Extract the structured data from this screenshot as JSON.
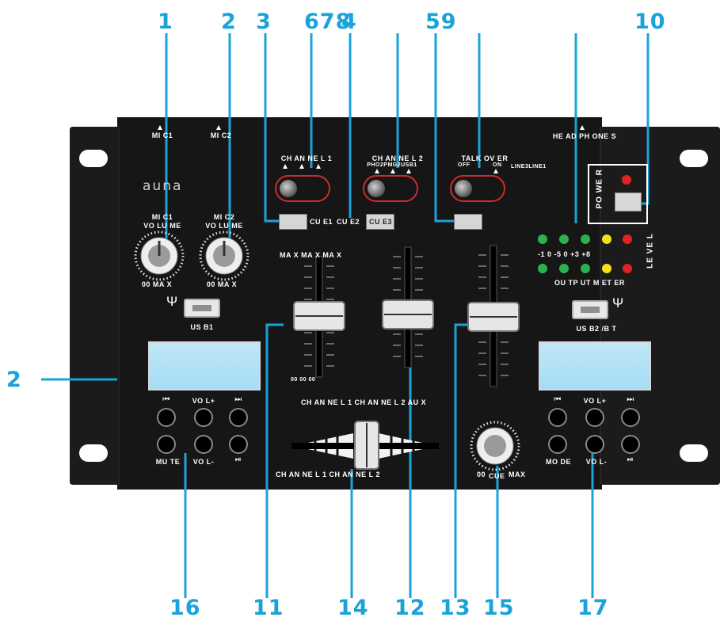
{
  "callouts": {
    "c1": "1",
    "c2": "2",
    "c3": "3",
    "c678": "678",
    "c4": "4",
    "c59": "59",
    "c10": "10",
    "c2side": "2",
    "c16": "16",
    "c11": "11",
    "c14": "14",
    "c12": "12",
    "c13": "13",
    "c15": "15",
    "c17": "17"
  },
  "panel": {
    "mic1_jack": "MI C1",
    "mic2_jack": "MI C2",
    "headphones": "HE AD PH ONE S",
    "brand": "auna",
    "ch1_selector": "CH AN NE L 1",
    "ch2_selector": "CH AN NE L 2",
    "ch2_sources": "PHO2PMG2USB1",
    "talkover": "TALK OV ER",
    "talkover_off": "OFF",
    "talkover_on": "ON",
    "talkover_sources": "LINE3LINE1",
    "power": "PO WE R",
    "mic1_volume_a": "MI C1",
    "mic1_volume_b": "VO LU ME",
    "mic2_volume_a": "MI C2",
    "mic2_volume_b": "VO LU ME",
    "mic1_range": "00 MA X",
    "mic2_range": "00 MA X",
    "cue1": "CU E1",
    "cue2": "CU E2",
    "cue3": "CU E3",
    "fader_max": "MA X MA X MA X",
    "fader_min": "00 00 00",
    "level_scale": "-1 0 -5 0 +3 +8",
    "level": "LE VE L",
    "output_meter": "OU TP UT M ET ER",
    "usb1": "US B1",
    "usb2": "US B2 /B T",
    "channel_labels": "CH AN NE L 1 CH AN NE L 2 AU X",
    "crossfader_labels": "CH AN NE L 1 CH AN NE L 2",
    "cue_knob_min": "00",
    "cue_knob_label": "CUE",
    "cue_knob_max": "MAX",
    "left_vol_plus": "VO L+",
    "left_mute": "MU TE",
    "left_vol_minus": "VO L-",
    "right_vol_plus": "VO L+",
    "right_mode": "MO DE",
    "right_vol_minus": "VO L-",
    "prev_symbol": "⏮",
    "next_symbol": "⏭",
    "playpause_symbol": "⏯",
    "usb_symbol": "Ψ"
  },
  "colors": {
    "callout": "#1aa3d9",
    "panel": "#1b1b1b",
    "led_green": "#2bb24c",
    "led_yellow": "#f2e21b",
    "led_red": "#e02424",
    "lcd": "#b3e1f6"
  }
}
